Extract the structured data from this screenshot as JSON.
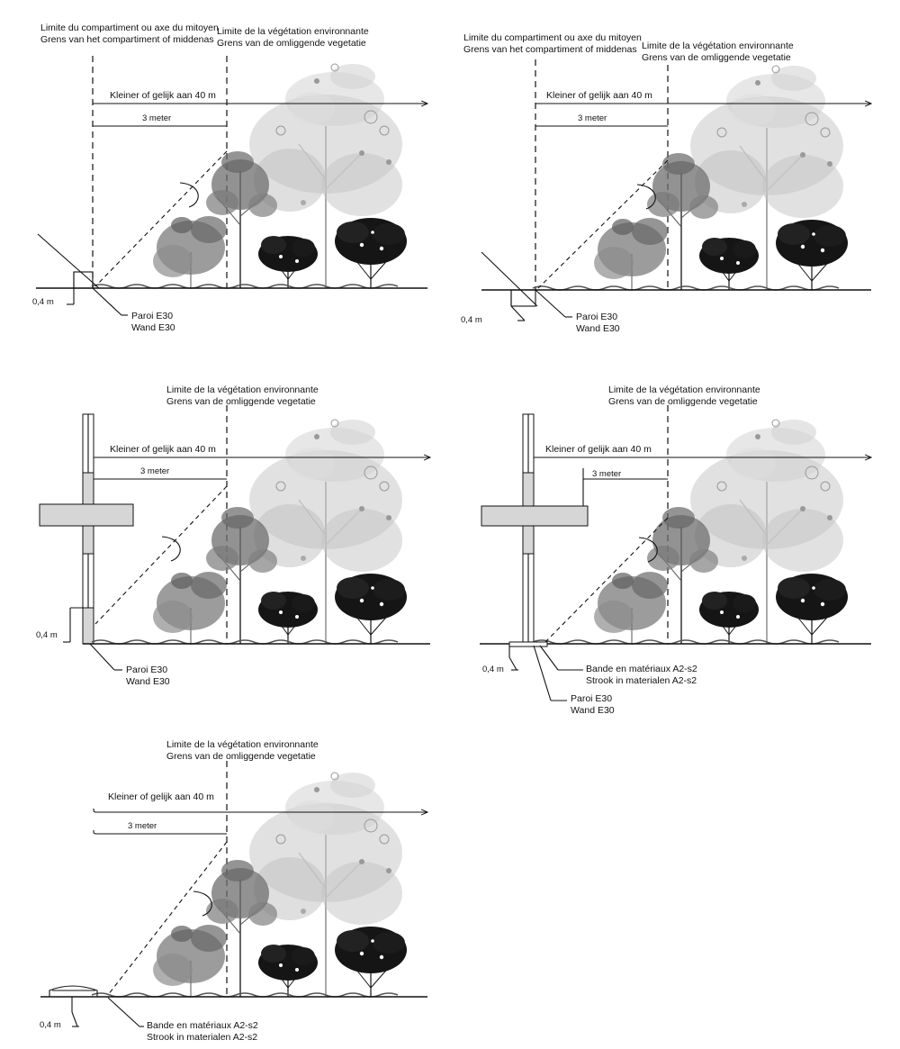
{
  "labels": {
    "compartment_fr": "Limite du compartiment ou axe du mitoyen",
    "compartment_nl": "Grens van het compartiment of middenas",
    "vegetation_fr": "Limite de la végétation environnante",
    "vegetation_nl": "Grens van de omliggende vegetatie",
    "distance_40": "Kleiner of gelijk aan 40 m",
    "distance_3": "3 meter",
    "height_04": "0,4 m",
    "wall_fr": "Paroi E30",
    "wall_nl": "Wand E30",
    "strip_fr": "Bande en matériaux A2-s2",
    "strip_nl": "Strook in materialen A2-s2"
  },
  "colors": {
    "ink": "#111111",
    "wall_fill": "#d6d6d6",
    "tree_light": "#bdbdbd",
    "tree_mid": "#6e6e6e",
    "shrub_dark": "#151515"
  }
}
